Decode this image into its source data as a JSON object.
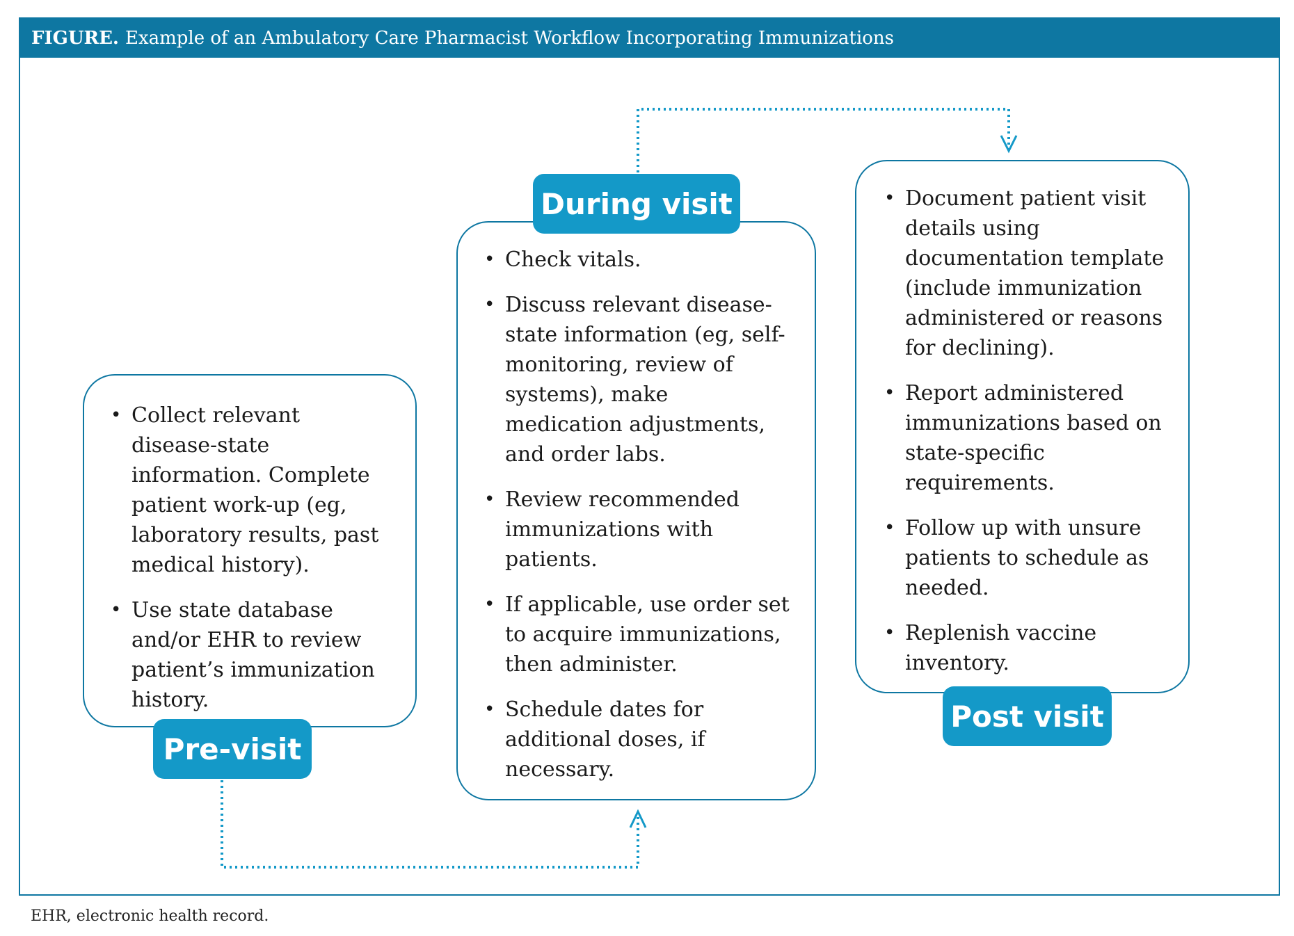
{
  "header": {
    "label": "FIGURE.",
    "title": "Example of an Ambulatory Care Pharmacist Workflow Incorporating Immunizations"
  },
  "stages": {
    "pre_visit": {
      "label": "Pre-visit",
      "items": [
        "Collect relevant disease-state information. Complete patient work-up (eg, laboratory results, past medical history).",
        "Use state database and/or EHR to review patient’s immunization history."
      ]
    },
    "during_visit": {
      "label": "During visit",
      "items": [
        "Check vitals.",
        "Discuss relevant disease-state information (eg, self-monitoring, review of systems), make medication adjustments, and order labs.",
        "Review recommended immunizations with patients.",
        "If applicable, use order set to acquire immunizations, then administer.",
        "Schedule dates for additional doses, if necessary."
      ]
    },
    "post_visit": {
      "label": "Post visit",
      "items": [
        "Document patient visit details using documentation template (include immunization administered or reasons for declining).",
        "Report administered immunizations based on state-specific requirements.",
        "Follow up with unsure patients to schedule as needed.",
        "Replenish vaccine inventory."
      ]
    }
  },
  "footnote": "EHR, electronic health record.",
  "colors": {
    "header_bg": "#0e77a2",
    "label_bg": "#1499c8",
    "box_border": "#0e77a2",
    "arrow": "#1499c8"
  }
}
